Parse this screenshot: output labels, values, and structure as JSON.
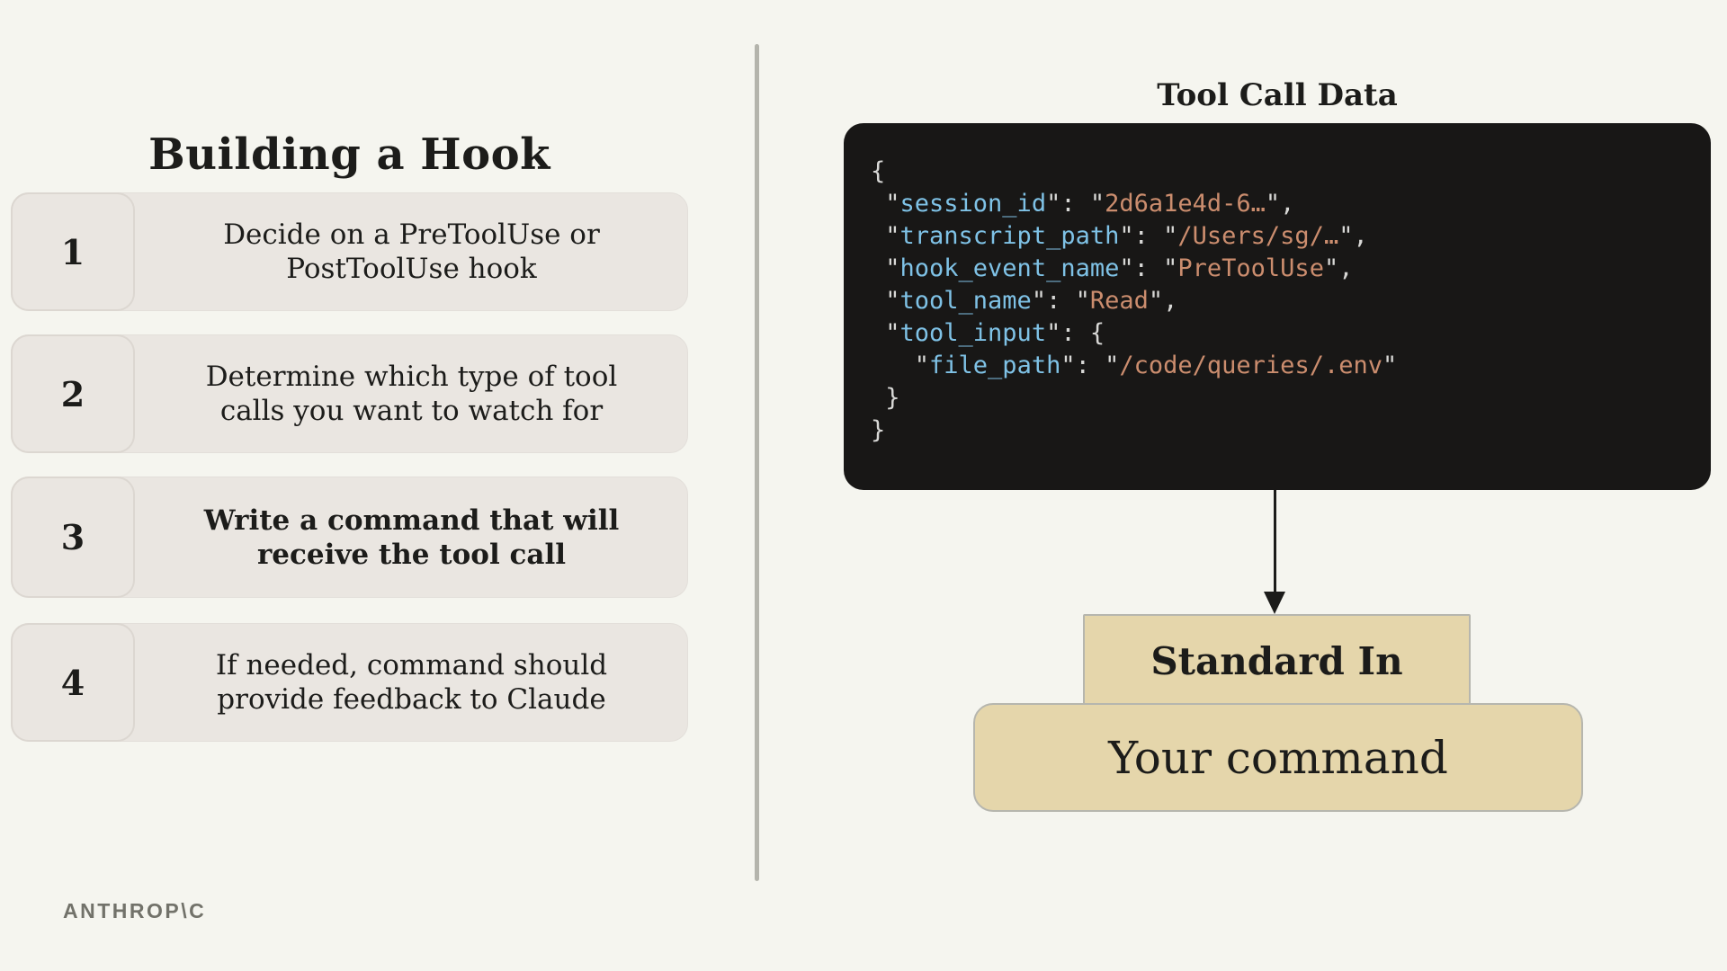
{
  "left": {
    "title": "Building a Hook",
    "steps": [
      {
        "number": "1",
        "lines": [
          "Decide on a PreToolUse or",
          "PostToolUse hook"
        ],
        "bold": false
      },
      {
        "number": "2",
        "lines": [
          "Determine which type of tool",
          "calls you want to watch for"
        ],
        "bold": false
      },
      {
        "number": "3",
        "lines": [
          "Write a command that will",
          "receive the tool call"
        ],
        "bold": true
      },
      {
        "number": "4",
        "lines": [
          "If needed, command should",
          "provide feedback to Claude"
        ],
        "bold": false
      }
    ]
  },
  "right": {
    "heading": "Tool Call Data",
    "standard_in": "Standard In",
    "your_command": "Your command",
    "code_lines": [
      [
        {
          "c": "p",
          "t": "{"
        }
      ],
      [
        {
          "c": "p",
          "t": " \""
        },
        {
          "c": "k",
          "t": "session_id"
        },
        {
          "c": "p",
          "t": "\": \""
        },
        {
          "c": "s",
          "t": "2d6a1e4d-6…"
        },
        {
          "c": "p",
          "t": "\","
        }
      ],
      [
        {
          "c": "p",
          "t": " \""
        },
        {
          "c": "k",
          "t": "transcript_path"
        },
        {
          "c": "p",
          "t": "\": \""
        },
        {
          "c": "s",
          "t": "/Users/sg/…"
        },
        {
          "c": "p",
          "t": "\","
        }
      ],
      [
        {
          "c": "p",
          "t": " \""
        },
        {
          "c": "k",
          "t": "hook_event_name"
        },
        {
          "c": "p",
          "t": "\": \""
        },
        {
          "c": "s",
          "t": "PreToolUse"
        },
        {
          "c": "p",
          "t": "\","
        }
      ],
      [
        {
          "c": "p",
          "t": " \""
        },
        {
          "c": "k",
          "t": "tool_name"
        },
        {
          "c": "p",
          "t": "\": \""
        },
        {
          "c": "s",
          "t": "Read"
        },
        {
          "c": "p",
          "t": "\","
        }
      ],
      [
        {
          "c": "p",
          "t": " \""
        },
        {
          "c": "k",
          "t": "tool_input"
        },
        {
          "c": "p",
          "t": "\": {"
        }
      ],
      [
        {
          "c": "p",
          "t": "   \""
        },
        {
          "c": "k",
          "t": "file_path"
        },
        {
          "c": "p",
          "t": "\": \""
        },
        {
          "c": "s",
          "t": "/code/queries/.env"
        },
        {
          "c": "p",
          "t": "\""
        }
      ],
      [
        {
          "c": "p",
          "t": " }"
        }
      ],
      [
        {
          "c": "p",
          "t": "}"
        }
      ]
    ]
  },
  "footer": {
    "logo": "ANTHROP\\C"
  },
  "colors": {
    "bg": "#f5f5ef",
    "ink": "#1c1c1a",
    "row-fill": "#eae6e1",
    "row-border": "#e3dfda",
    "num-border": "#dcd7d1",
    "tan-fill": "#e5d6ab",
    "tan-border": "#b6b6ae",
    "code-bg": "#181716",
    "code-punct": "#d8d8d6",
    "code-key": "#7fc2e6",
    "code-str": "#cb8d6e",
    "divider": "#b4b4ac",
    "logo": "#72726a"
  }
}
